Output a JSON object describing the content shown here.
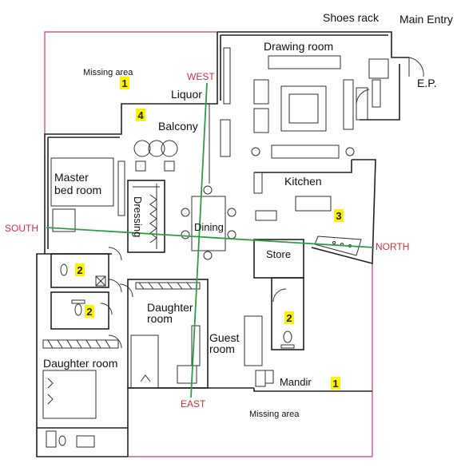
{
  "rooms": {
    "shoes_rack": "Shoes rack",
    "main_entry": "Main Entry",
    "drawing_room": "Drawing room",
    "ep": "E.P.",
    "liquor": "Liquor",
    "balcony": "Balcony",
    "master_bed_room_line1": "Master",
    "master_bed_room_line2": "bed room",
    "dressing": "Dressing",
    "dining": "Dining",
    "kitchen": "Kitchen",
    "store": "Store",
    "daughter_room_center_line1": "Daughter",
    "daughter_room_center_line2": "room",
    "guest_room_line1": "Guest",
    "guest_room_line2": "room",
    "daughter_room_bottom": "Daughter room",
    "mandir": "Mandir"
  },
  "missing_area": {
    "top_left": "Missing area",
    "bottom_right": "Missing area"
  },
  "directions": {
    "west": "WEST",
    "east": "EAST",
    "south": "SOUTH",
    "north": "NORTH"
  },
  "zone_markers": {
    "missing_top": "1",
    "balcony": "4",
    "kitchen": "3",
    "toilet_left_upper": "2",
    "toilet_left_lower": "2",
    "toilet_right": "2",
    "missing_bottom": "1"
  },
  "colors": {
    "direction_text": "#d0313a",
    "axis_line": "#2f9e44",
    "missing_area_border": "#d63b6e",
    "zone_marker_bg": "#fff200"
  }
}
